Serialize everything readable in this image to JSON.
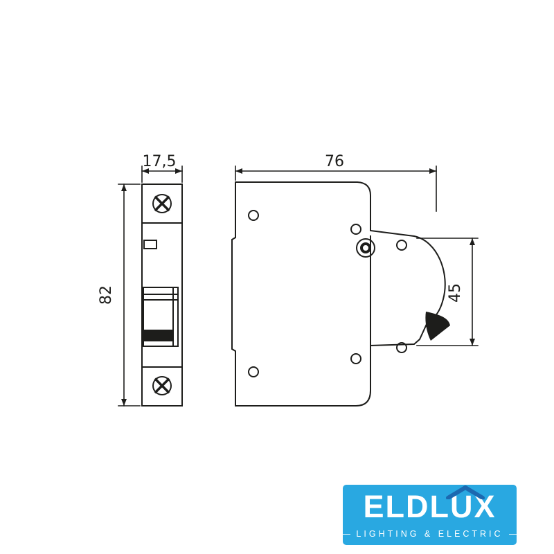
{
  "drawing": {
    "front_view": {
      "width_dimension": "17,5",
      "height_dimension": "82"
    },
    "side_view": {
      "depth_dimension": "76",
      "clip_dimension": "45"
    }
  },
  "logo": {
    "brand": "ELDLUX",
    "tagline": "LIGHTING & ELECTRIC"
  },
  "colors": {
    "line": "#1d1d1b",
    "background": "#ffffff",
    "logo_bg": "#29A8E1",
    "logo_accent": "#1C69B0",
    "logo_text": "#ffffff"
  }
}
